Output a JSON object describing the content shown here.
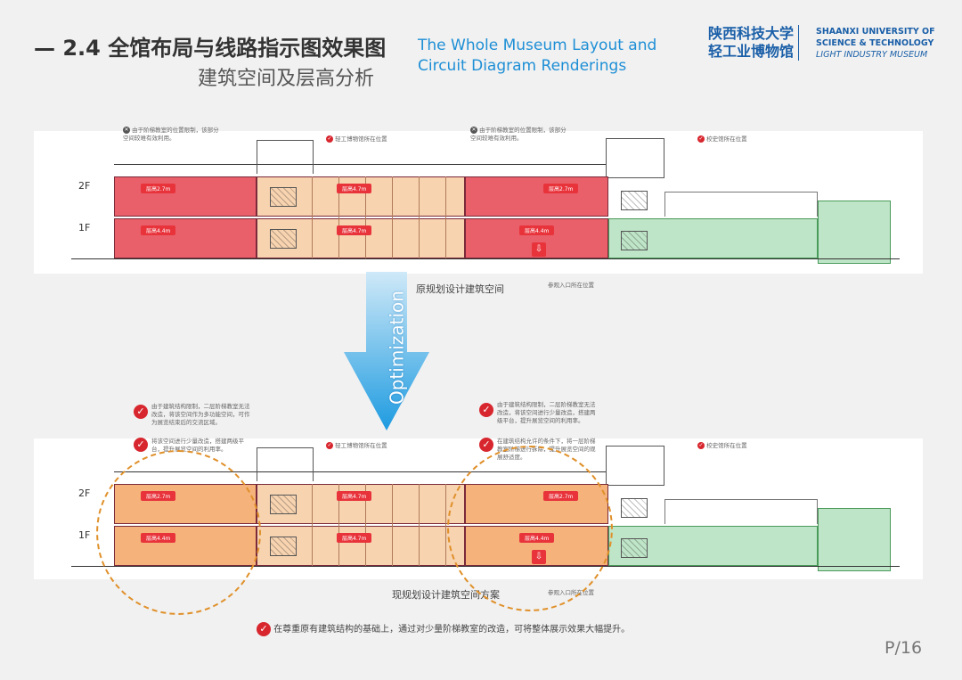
{
  "header": {
    "title": "— 2.4 全馆布局与线路指示图效果图",
    "subtitle": "建筑空间及层高分析",
    "title_en_1": "The Whole Museum Layout and",
    "title_en_2": "Circuit Diagram Renderings"
  },
  "logo": {
    "cn_1": "陕西科技大学",
    "cn_2": "轻工业博物馆",
    "en_1": "SHAANXI UNIVERSITY OF",
    "en_2": "SCIENCE & TECHNOLOGY",
    "en_3": "LIGHT INDUSTRY MUSEUM"
  },
  "top": {
    "note_left": "由于阶梯教室的位置限制，该部分空间较难有效利用。",
    "note_right": "由于阶梯教室的位置限制，该部分空间较难有效利用。",
    "museum_loc": "轻工博物馆所在位置",
    "history_loc": "校史馆所在位置",
    "entrance_loc": "参观入口所在位置",
    "caption": "原规划设计建筑空间"
  },
  "bottom": {
    "note_1": "由于建筑结构限制，二层阶梯教室无法改造，将该空间作为多功能空间，可作为展览结束后的交流区域。",
    "note_2": "将该空间进行少量改造，搭建两级平台，提升展览空间的利用率。",
    "note_3": "由于建筑结构限制，二层阶梯教室无法改造，将该空间进行少量改造，搭建两级平台，提升展览空间的利用率。",
    "note_4": "在建筑结构允许的条件下，将一层阶梯教室阶梯进行拆除，提升展览空间的观展舒适度。",
    "museum_loc": "轻工博物馆所在位置",
    "history_loc": "校史馆所在位置",
    "entrance_loc": "参观入口所在位置",
    "caption": "现规划设计建筑空间方案"
  },
  "floors": {
    "f2": "2F",
    "f1": "1F",
    "h27": "层高2.7m",
    "h47": "层高4.7m",
    "h44": "层高4.4m"
  },
  "arrow_label": "Optimization",
  "footer": {
    "summary": "在尊重原有建筑结构的基础上，通过对少量阶梯教室的改造，可将整体展示效果大幅提升。",
    "page": "P/16"
  },
  "colors": {
    "red": "#e9606a",
    "orange": "#f5b27a",
    "beige": "#f7d3b0",
    "green": "#bfe5c8",
    "accent": "#1e8fd6"
  }
}
